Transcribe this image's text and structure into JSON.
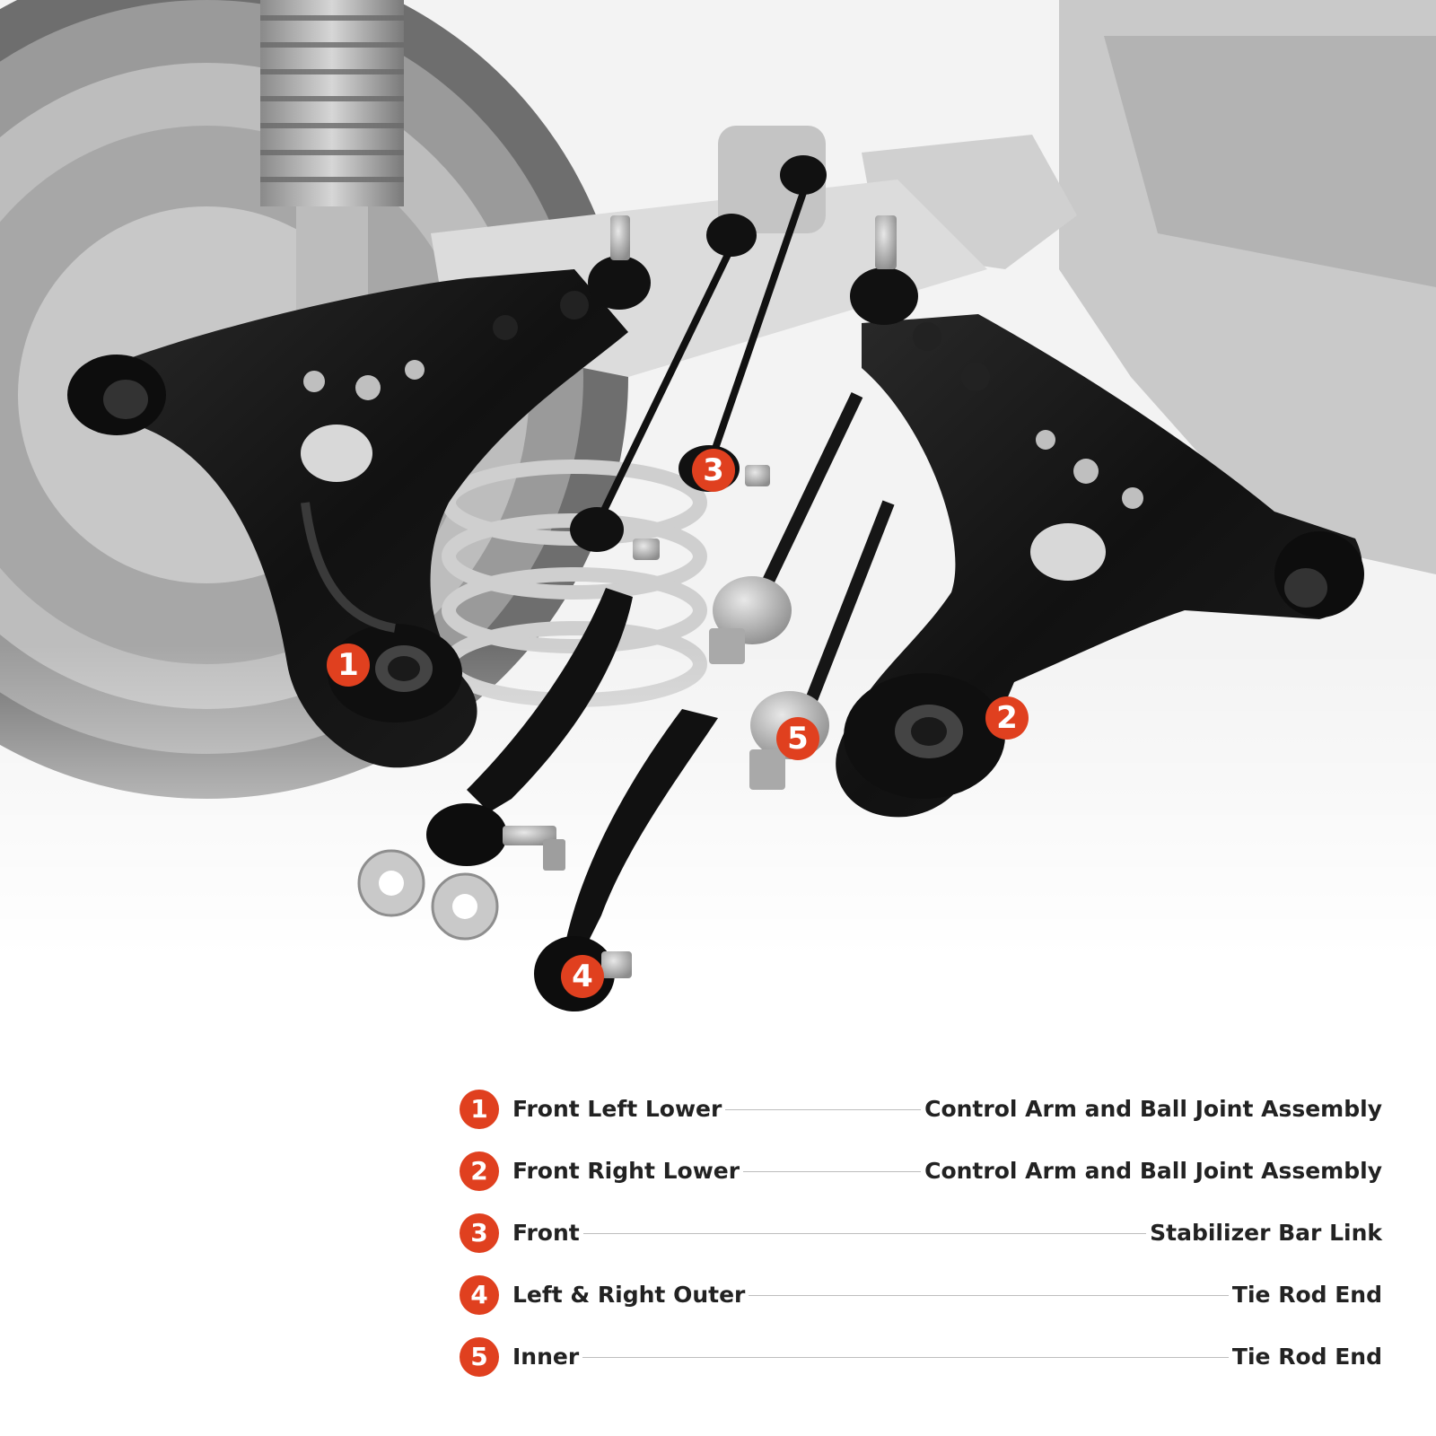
{
  "colors": {
    "badge": "#e0401f",
    "text": "#222222",
    "leader_line": "#bdbdbd",
    "part_black": "#151515",
    "background_gray": "#d9d9d9"
  },
  "callouts": [
    "1",
    "2",
    "3",
    "4",
    "5"
  ],
  "legend": [
    {
      "number": "1",
      "left": "Front Left Lower",
      "right": "Control Arm and Ball Joint Assembly"
    },
    {
      "number": "2",
      "left": "Front Right Lower",
      "right": "Control Arm and Ball Joint Assembly"
    },
    {
      "number": "3",
      "left": "Front",
      "right": "Stabilizer Bar Link"
    },
    {
      "number": "4",
      "left": "Left & Right Outer",
      "right": "Tie Rod End"
    },
    {
      "number": "5",
      "left": "Inner",
      "right": "Tie Rod End"
    }
  ]
}
